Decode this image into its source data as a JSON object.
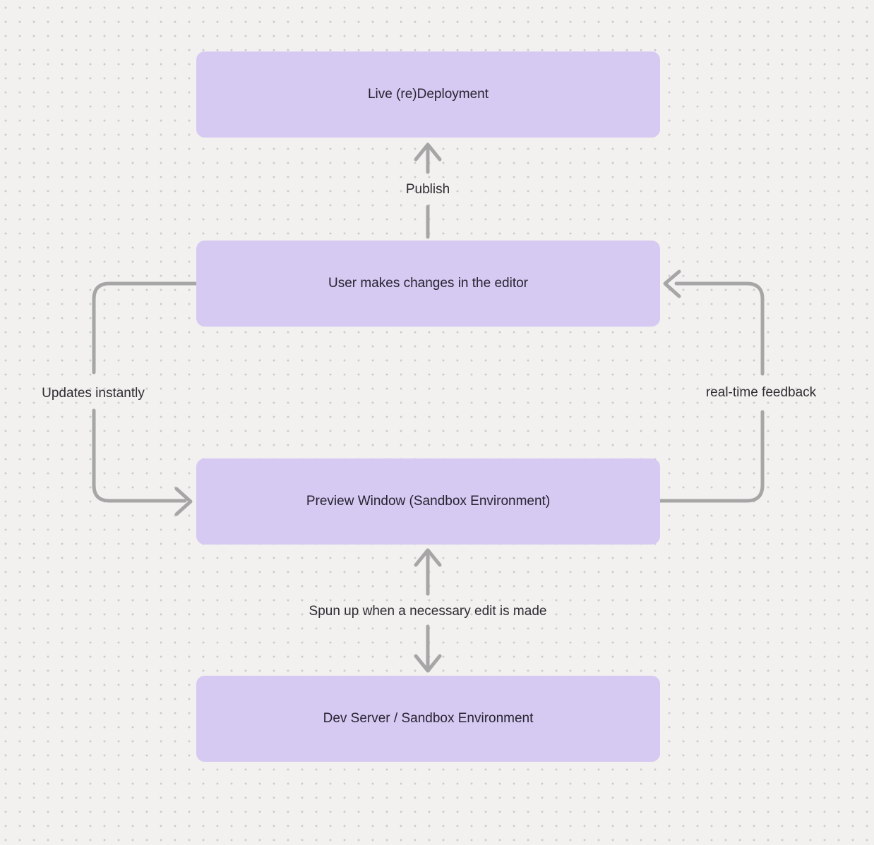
{
  "colors": {
    "background": "#f2f1ef",
    "dot": "#cbcbcb",
    "node_fill": "#d6c9f2",
    "node_text": "#262430",
    "label_text": "#2e2d33",
    "arrow": "#a6a6a6"
  },
  "diagram": {
    "nodes": [
      {
        "id": "live-redeployment",
        "label": "Live (re)Deployment"
      },
      {
        "id": "editor-changes",
        "label": "User makes changes in the editor"
      },
      {
        "id": "preview-window",
        "label": "Preview Window (Sandbox Environment)"
      },
      {
        "id": "dev-server",
        "label": "Dev Server / Sandbox Environment"
      }
    ],
    "edges": [
      {
        "id": "publish",
        "label": "Publish",
        "from": "editor-changes",
        "to": "live-redeployment",
        "direction": "up"
      },
      {
        "id": "updates-instantly",
        "label": "Updates instantly",
        "from": "editor-changes",
        "to": "preview-window",
        "direction": "left-loop"
      },
      {
        "id": "real-time-feedback",
        "label": "real-time feedback",
        "from": "preview-window",
        "to": "editor-changes",
        "direction": "right-loop"
      },
      {
        "id": "spun-up",
        "label": "Spun up when a necessary edit is made",
        "from": "dev-server",
        "to": "preview-window",
        "direction": "bidirectional"
      }
    ]
  }
}
